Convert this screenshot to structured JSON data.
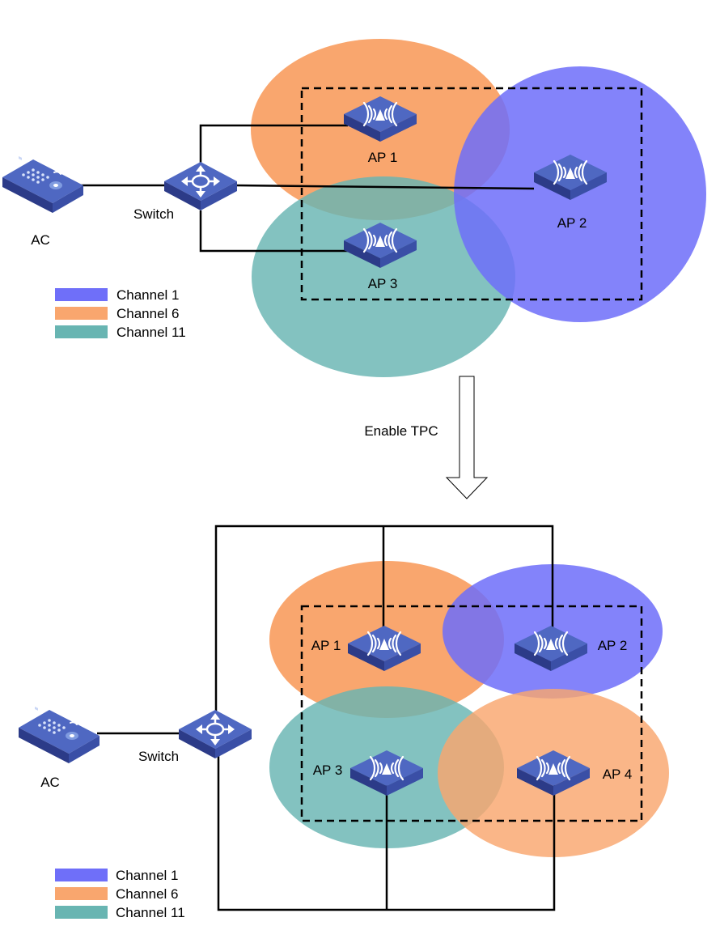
{
  "colors": {
    "channel_1": "#6f6ff9",
    "channel_6": "#f9a66e",
    "channel_11": "#68b5b2",
    "device_top": "#4b66bf",
    "device_side": "#2a3a86",
    "device_front": "#364aa0",
    "line": "#000000"
  },
  "icons": {
    "ac": "wireless-controller-icon",
    "switch": "switch-icon",
    "ap": "access-point-icon",
    "arrow": "down-arrow-icon"
  },
  "transition": {
    "label": "Enable TPC"
  },
  "top": {
    "labels": {
      "ac": "AC",
      "switch": "Switch",
      "ap1": "AP 1",
      "ap2": "AP 2",
      "ap3": "AP 3"
    },
    "legend": [
      {
        "key": "channel_1",
        "label": "Channel 1"
      },
      {
        "key": "channel_6",
        "label": "Channel 6"
      },
      {
        "key": "channel_11",
        "label": "Channel 11"
      }
    ]
  },
  "bottom": {
    "labels": {
      "ac": "AC",
      "switch": "Switch",
      "ap1": "AP 1",
      "ap2": "AP 2",
      "ap3": "AP 3",
      "ap4": "AP 4"
    },
    "legend": [
      {
        "key": "channel_1",
        "label": "Channel 1"
      },
      {
        "key": "channel_6",
        "label": "Channel 6"
      },
      {
        "key": "channel_11",
        "label": "Channel 11"
      }
    ]
  }
}
